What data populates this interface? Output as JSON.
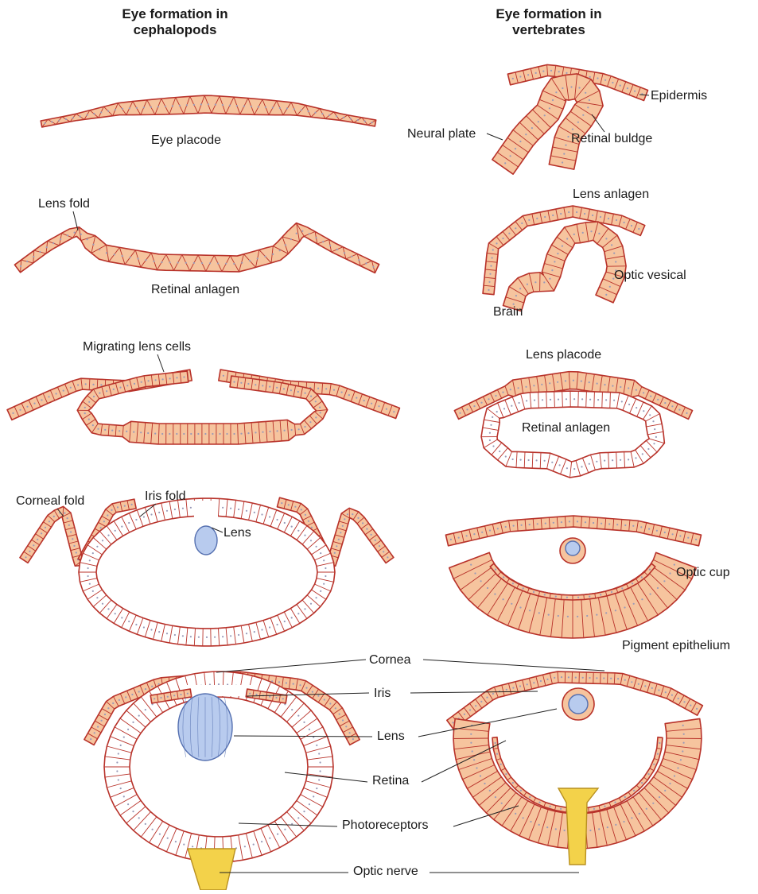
{
  "headers": {
    "cephalopods": [
      "Eye formation in",
      "cephalopods"
    ],
    "vertebrates": [
      "Eye formation in",
      "vertebrates"
    ]
  },
  "labels": {
    "eye_placode": "Eye placode",
    "epidermis": "Epidermis",
    "neural_plate": "Neural plate",
    "retinal_buldge": "Retinal buldge",
    "lens_fold": "Lens fold",
    "retinal_anlagen_1": "Retinal anlagen",
    "lens_anlagen": "Lens anlagen",
    "optic_vesical": "Optic vesical",
    "brain": "Brain",
    "migrating_lens_cells": "Migrating lens cells",
    "lens_placode": "Lens placode",
    "retinal_anlagen_2": "Retinal anlagen",
    "corneal_fold": "Corneal fold",
    "iris_fold": "Iris fold",
    "lens_small": "Lens",
    "optic_cup": "Optic cup",
    "pigment_epithelium": "Pigment epithelium",
    "cornea": "Cornea",
    "iris": "Iris",
    "lens": "Lens",
    "retina": "Retina",
    "photoreceptors": "Photoreceptors",
    "optic_nerve": "Optic nerve"
  },
  "colors": {
    "cell_fill": "#f6c49e",
    "cell_outline": "#b8322a",
    "nucleus": "#9a9ab8",
    "lens_fill": "#b8cbee",
    "lens_outline": "#5570b0",
    "nerve_fill": "#f3d24a",
    "nerve_outline": "#b89020",
    "leader": "#222222"
  }
}
